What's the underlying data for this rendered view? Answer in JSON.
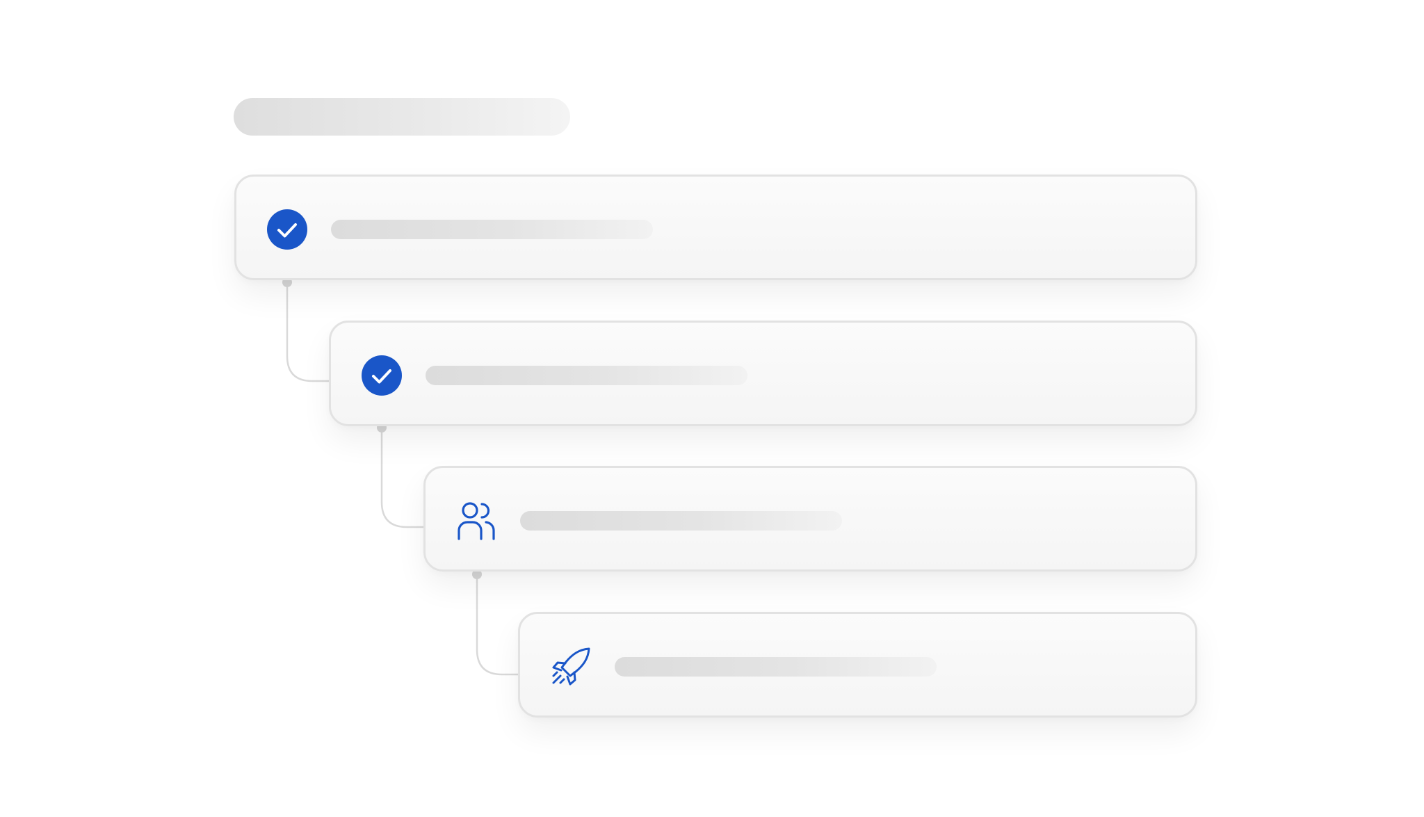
{
  "colors": {
    "accent": "#1a56c8",
    "skeleton": "#dddddd",
    "card_border": "#e2e2e2",
    "connector": "#d9d9d9"
  },
  "steps": [
    {
      "icon": "check-circle-icon",
      "status": "completed"
    },
    {
      "icon": "check-circle-icon",
      "status": "completed"
    },
    {
      "icon": "users-icon",
      "status": "pending"
    },
    {
      "icon": "rocket-icon",
      "status": "pending"
    }
  ]
}
